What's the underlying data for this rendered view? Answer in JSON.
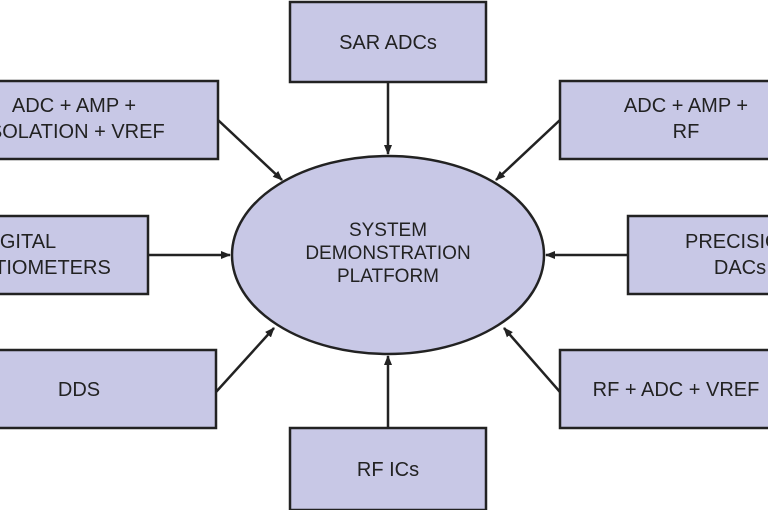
{
  "colors": {
    "box_fill": "#c8c8e6",
    "stroke": "#222222"
  },
  "hub": {
    "lines": [
      "SYSTEM",
      "DEMONSTRATION",
      "PLATFORM"
    ]
  },
  "nodes": [
    {
      "id": "sar-adcs",
      "lines": [
        "SAR ADCs"
      ]
    },
    {
      "id": "adc-amp-isolation-vref",
      "lines": [
        "ADC + AMP +",
        "ISOLATION + VREF"
      ]
    },
    {
      "id": "adc-amp-rf",
      "lines": [
        "ADC + AMP +",
        "RF"
      ]
    },
    {
      "id": "digital-potentiometers",
      "lines": [
        "DIGITAL",
        "POTENTIOMETERS"
      ]
    },
    {
      "id": "precision-dacs",
      "lines": [
        "PRECISION",
        "DACs"
      ]
    },
    {
      "id": "dds",
      "lines": [
        "DDS"
      ]
    },
    {
      "id": "rf-adc-vref",
      "lines": [
        "RF + ADC + VREF"
      ]
    },
    {
      "id": "rf-ics",
      "lines": [
        "RF ICs"
      ]
    }
  ]
}
